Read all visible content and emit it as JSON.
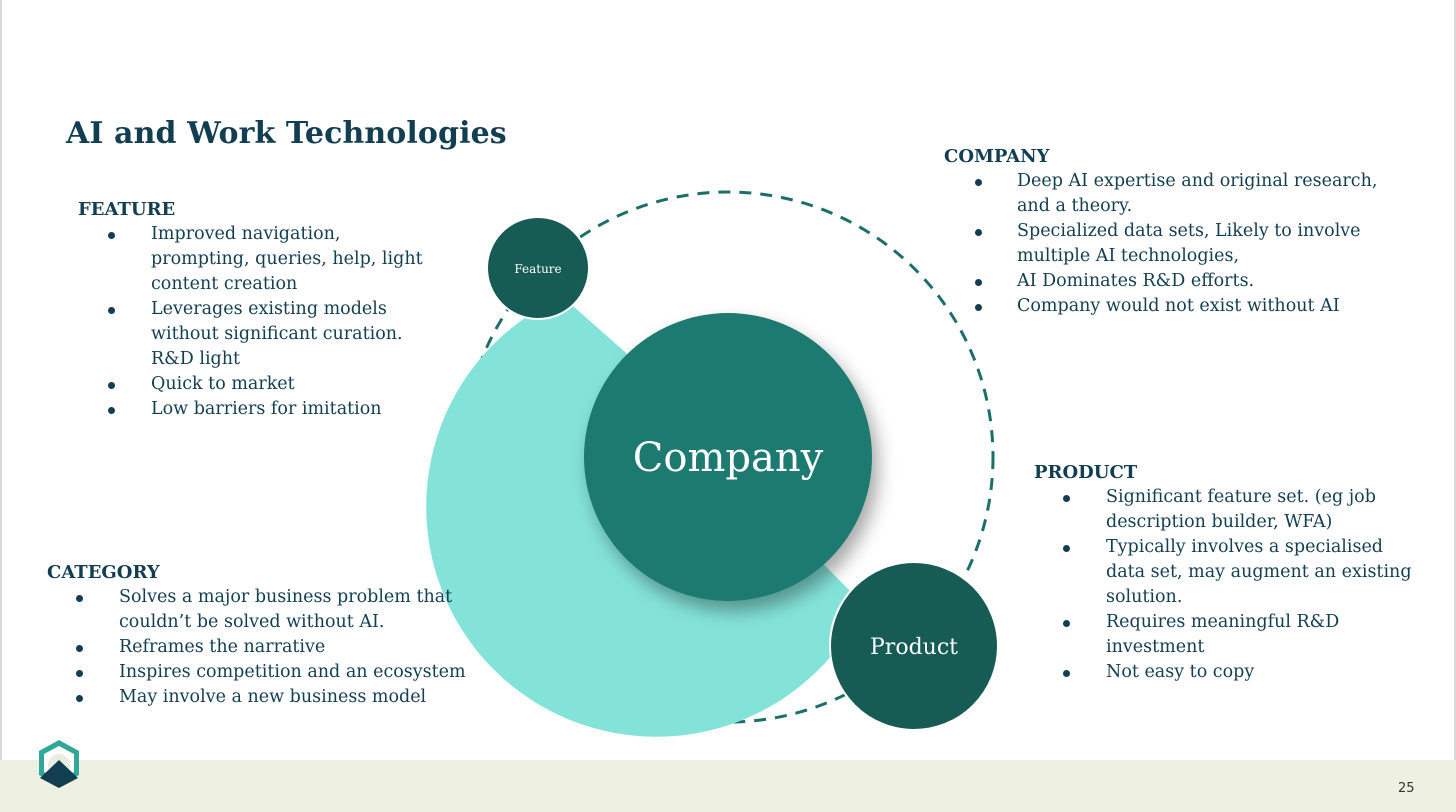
{
  "slide": {
    "title": "AI and Work Technologies",
    "page_number": "25"
  },
  "diagram": {
    "center_label": "Company",
    "feature_label": "Feature",
    "product_label": "Product",
    "colors": {
      "dark_teal": "#165c55",
      "mid_teal": "#1b7a70",
      "light_teal": "#84e3d9",
      "dashed_ring": "#1a7068"
    }
  },
  "sections": {
    "feature": {
      "heading": "FEATURE",
      "items": [
        "Improved navigation, prompting, queries, help, light content creation",
        "Leverages existing  models without significant curation. R&D light",
        "Quick to market",
        "Low barriers for imitation"
      ]
    },
    "company": {
      "heading": "COMPANY",
      "items": [
        "Deep AI expertise and original research, and a theory.",
        "Specialized data sets,  Likely to involve multiple AI technologies,",
        "AI Dominates R&D efforts.",
        "Company would not exist without AI"
      ]
    },
    "category": {
      "heading": "CATEGORY",
      "items": [
        "Solves a major business problem that couldn’t be solved without AI.",
        "Reframes the narrative",
        "Inspires competition and an ecosystem",
        "May involve a new business model"
      ]
    },
    "product": {
      "heading": "PRODUCT",
      "items": [
        "Significant feature set. (eg job description builder, WFA)",
        "Typically involves a specialised data set, may augment an existing solution.",
        "Requires meaningful R&D investment",
        "Not easy to copy"
      ]
    }
  }
}
